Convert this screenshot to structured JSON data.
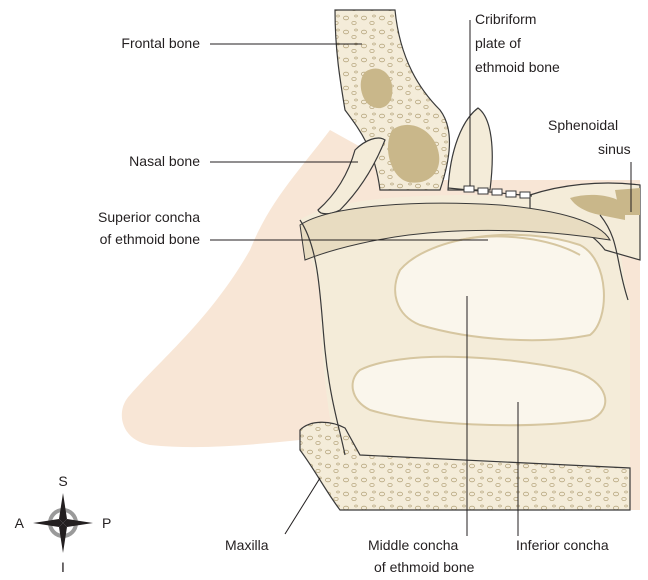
{
  "labels": {
    "frontal_bone": "Frontal bone",
    "nasal_bone": "Nasal bone",
    "superior_concha": [
      "Superior concha",
      "of ethmoid bone"
    ],
    "cribriform_plate": [
      "Cribriform",
      "plate of",
      "ethmoid bone"
    ],
    "sphenoidal_sinus": [
      "Sphenoidal",
      "sinus"
    ],
    "maxilla": "Maxilla",
    "middle_concha": [
      "Middle concha",
      "of ethmoid bone"
    ],
    "inferior_concha": "Inferior concha"
  },
  "compass": {
    "superior": "S",
    "inferior": "I",
    "anterior": "A",
    "posterior": "P"
  },
  "colors": {
    "skin": "#f8e6d6",
    "bone": "#f4ecd9",
    "bone_dark": "#d6c6a0",
    "sinus_fill": "#c9b78a",
    "concha_light": "#faf6ec",
    "concha_shadow": "#e8dcc1",
    "outline": "#3a3a3a"
  }
}
